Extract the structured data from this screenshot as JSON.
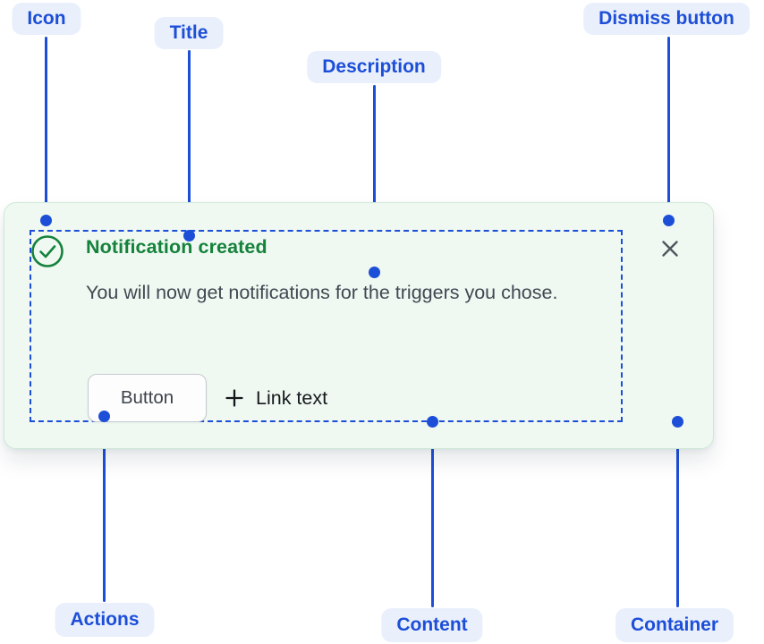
{
  "annotations": {
    "icon": "Icon",
    "title": "Title",
    "description": "Description",
    "dismiss": "Dismiss button",
    "actions": "Actions",
    "content": "Content",
    "container": "Container"
  },
  "notification": {
    "title": "Notification created",
    "description": "You will now get notifications for the triggers you chose.",
    "button_label": "Button",
    "link_text": "Link text"
  },
  "icons": {
    "status": "check-circle-icon",
    "link_prefix": "plus-icon",
    "dismiss": "close-x-icon"
  },
  "colors": {
    "annotation_blue": "#1d4ed8",
    "annotation_pill_bg": "#e9f0fc",
    "card_bg": "#eff9f2",
    "card_border": "#cde9d6",
    "success_green": "#15823b",
    "description_text": "#414851",
    "dismiss_gray": "#4f565e",
    "button_border": "#c6cacf",
    "button_text": "#3c434b",
    "link_text": "#15181c"
  }
}
